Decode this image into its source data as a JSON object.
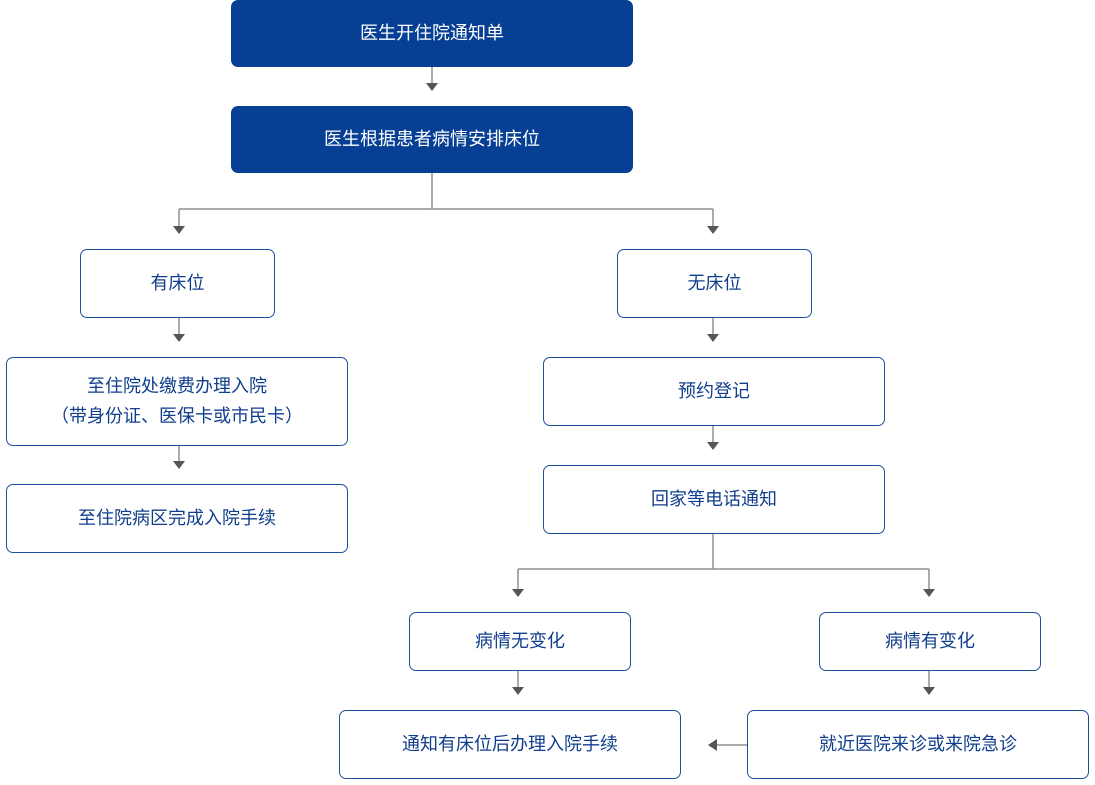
{
  "flowchart": {
    "step_notice": "医生开住院通知单",
    "step_arrange": "医生根据患者病情安排床位",
    "bed_available": {
      "label": "有床位",
      "step_pay_line1": "至住院处缴费办理入院",
      "step_pay_line2": "（带身份证、医保卡或市民卡）",
      "step_ward": "至住院病区完成入院手续"
    },
    "no_bed": {
      "label": "无床位",
      "step_register": "预约登记",
      "step_wait": "回家等电话通知",
      "unchanged": "病情无变化",
      "changed": "病情有变化",
      "unchanged_result": "通知有床位后办理入院手续",
      "changed_result": "就近医院来诊或来院急诊"
    }
  },
  "colors": {
    "primary_dark": "#063f94",
    "border": "#1f4f9f",
    "text": "#103e8c",
    "connector": "#8f8f8f",
    "arrow": "#555555"
  }
}
